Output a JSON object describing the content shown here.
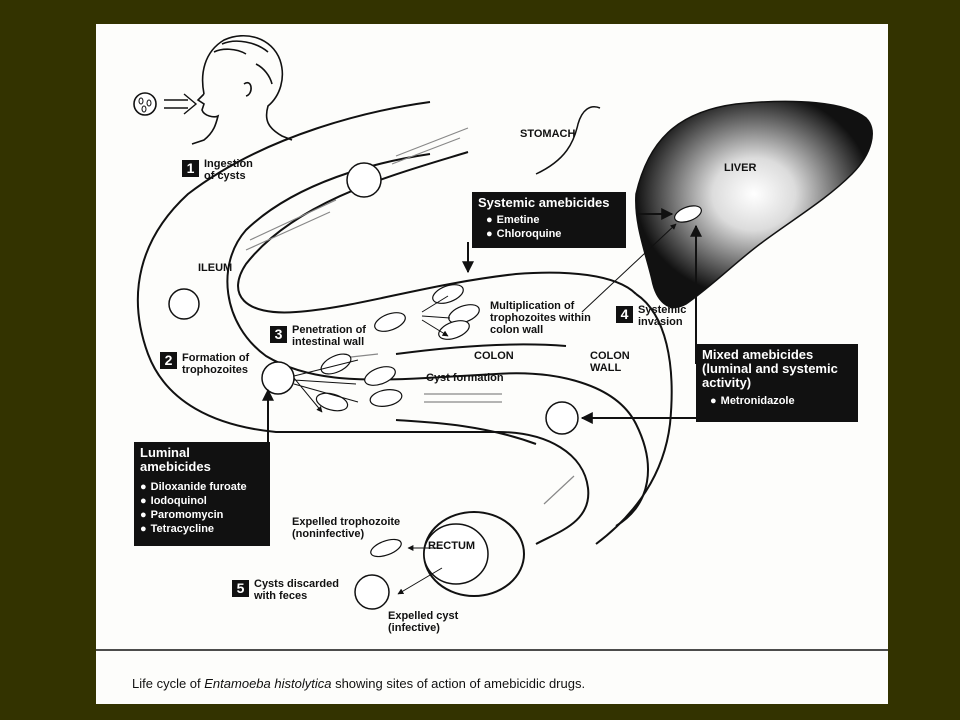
{
  "caption": {
    "prefix": "Life cycle of ",
    "species": "Entamoeba histolytica",
    "suffix": " showing sites of action of amebicidic drugs."
  },
  "organs": {
    "stomach": "STOMACH",
    "liver": "LIVER",
    "ileum": "ILEUM",
    "colon": "COLON",
    "colon_wall": "COLON\nWALL",
    "rectum": "RECTUM"
  },
  "steps": [
    {
      "num": "1",
      "label": "Ingestion\nof cysts"
    },
    {
      "num": "2",
      "label": "Formation of\ntrophozoites"
    },
    {
      "num": "3",
      "label": "Penetration of\nintestinal wall"
    },
    {
      "num": "4",
      "label": "Systemic\ninvasion"
    },
    {
      "num": "5",
      "label": "Cysts discarded\nwith feces"
    }
  ],
  "annotations": {
    "multiplication": "Multiplication of\ntrophozoites within\ncolon wall",
    "cyst_formation": "Cyst formation",
    "expelled_trophozoite": "Expelled trophozoite\n(noninfective)",
    "expelled_cyst": "Expelled cyst\n(infective)"
  },
  "drug_boxes": {
    "systemic": {
      "title": "Systemic amebicides",
      "items": [
        "Emetine",
        "Chloroquine"
      ]
    },
    "mixed": {
      "title": "Mixed amebicides\n(luminal and systemic\nactivity)",
      "items": [
        "Metronidazole"
      ]
    },
    "luminal": {
      "title": "Luminal\namebicides",
      "items": [
        "Diloxanide furoate",
        "Iodoquinol",
        "Paromomycin",
        "Tetracycline"
      ]
    }
  },
  "colors": {
    "frame": "#333300",
    "paper": "#fdfdfb",
    "ink": "#111111"
  }
}
